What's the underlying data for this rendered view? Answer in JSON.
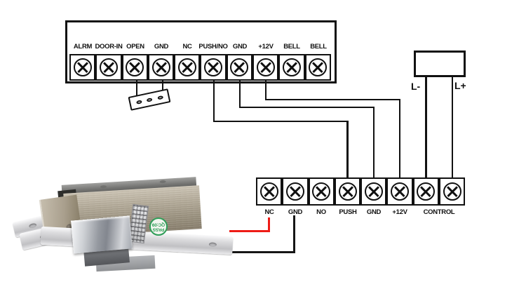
{
  "top_block": {
    "labels": [
      "ALRM",
      "DOOR-IN",
      "OPEN",
      "GND",
      "NC",
      "PUSH/NO",
      "GND",
      "+12V",
      "BELL",
      "BELL"
    ]
  },
  "bottom_block": {
    "labels": [
      "NC",
      "GND",
      "NO",
      "PUSH",
      "GND",
      "+12V",
      "CONTROL"
    ]
  },
  "power_supply": {
    "terminal_left": "L-",
    "terminal_right": "L+"
  },
  "exit_button": {
    "hole_count": 3
  },
  "lock_photo": {
    "sticker_line1": "PASS",
    "sticker_line2": "QC:09"
  },
  "connections": [
    {
      "from": "OPEN",
      "to": "exit-button"
    },
    {
      "from": "GND(top)",
      "to": "exit-button"
    },
    {
      "from": "PUSH/NO",
      "to": "PUSH"
    },
    {
      "from": "GND(top)",
      "to": "GND(bottom)"
    },
    {
      "from": "+12V(top)",
      "to": "+12V(bottom)"
    },
    {
      "from": "L-",
      "to": "CONTROL"
    },
    {
      "from": "L+",
      "to": "CONTROL"
    },
    {
      "from": "lock-red-wire",
      "to": "NC"
    },
    {
      "from": "lock-black-wire",
      "to": "GND(bottom)"
    }
  ],
  "colors": {
    "line": "#111111",
    "wire_red": "#ee1c16",
    "wire_black": "#161616",
    "sticker_green": "#2f9e58",
    "background": "#ffffff"
  }
}
